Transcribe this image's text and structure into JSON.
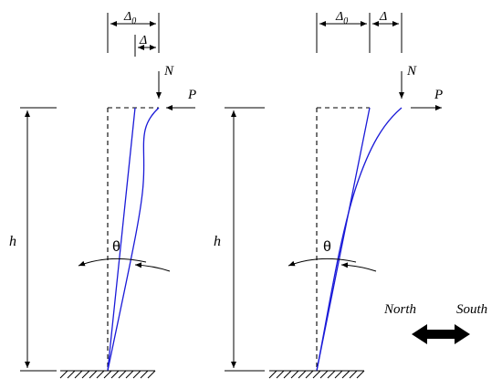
{
  "labels": {
    "height": "h",
    "axial_load": "N",
    "lateral_load": "P",
    "initial_offset": "Δ",
    "initial_offset_sub": "0",
    "delta": "Δ",
    "theta": "θ",
    "north": "North",
    "south": "South"
  },
  "colors": {
    "column_curve": "#1a1ad8",
    "lines": "#000000"
  }
}
